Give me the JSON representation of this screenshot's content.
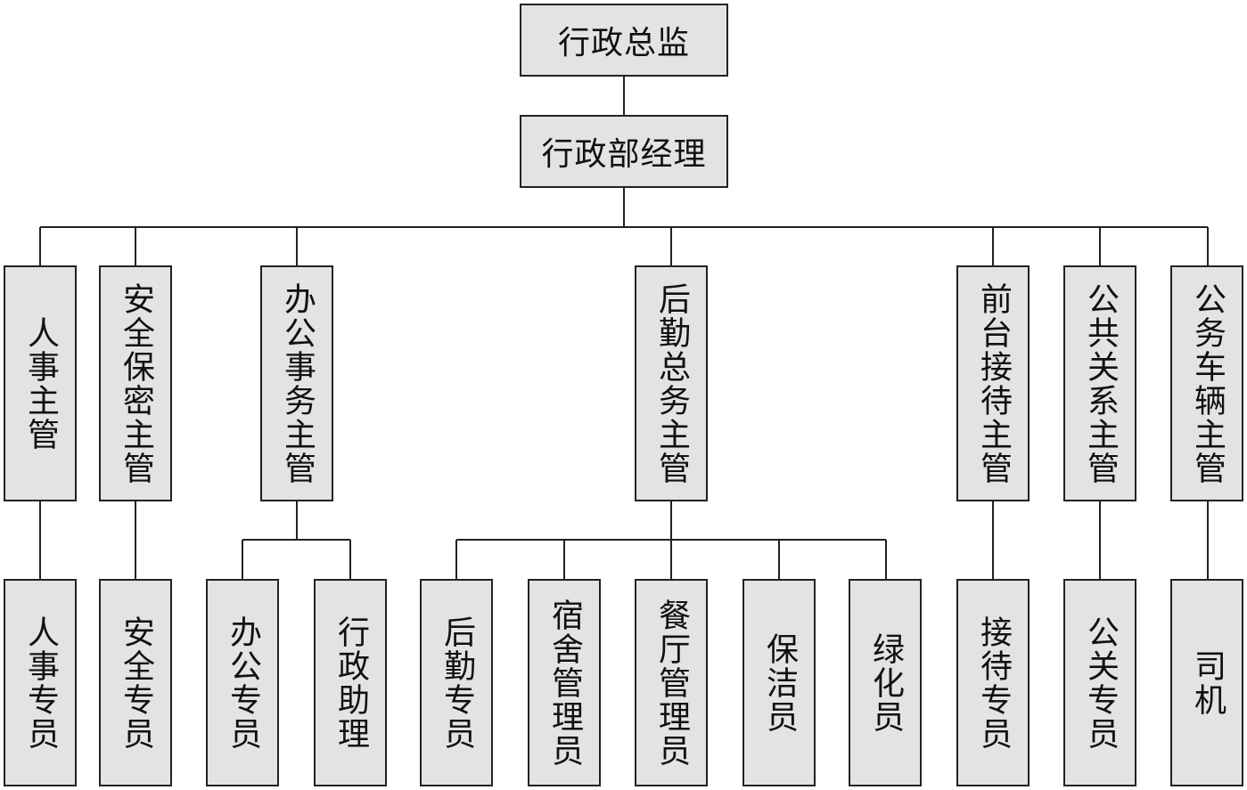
{
  "org_chart": {
    "director": "行政总监",
    "manager": "行政部经理",
    "supervisors": [
      {
        "id": "hr",
        "label": "人事主管",
        "children": [
          "人事专员"
        ]
      },
      {
        "id": "security",
        "label": "安全保密主管",
        "children": [
          "安全专员"
        ]
      },
      {
        "id": "office",
        "label": "办公事务主管",
        "children": [
          "办公专员",
          "行政助理"
        ]
      },
      {
        "id": "logistics",
        "label": "后勤总务主管",
        "children": [
          "后勤专员",
          "宿舍管理员",
          "餐厅管理员",
          "保洁员",
          "绿化员"
        ]
      },
      {
        "id": "reception",
        "label": "前台接待主管",
        "children": [
          "接待专员"
        ]
      },
      {
        "id": "pr",
        "label": "公共关系主管",
        "children": [
          "公关专员"
        ]
      },
      {
        "id": "vehicle",
        "label": "公务车辆主管",
        "children": [
          "司机"
        ]
      }
    ]
  },
  "colors": {
    "box_fill": "#e3e3e3",
    "line": "#222222"
  }
}
